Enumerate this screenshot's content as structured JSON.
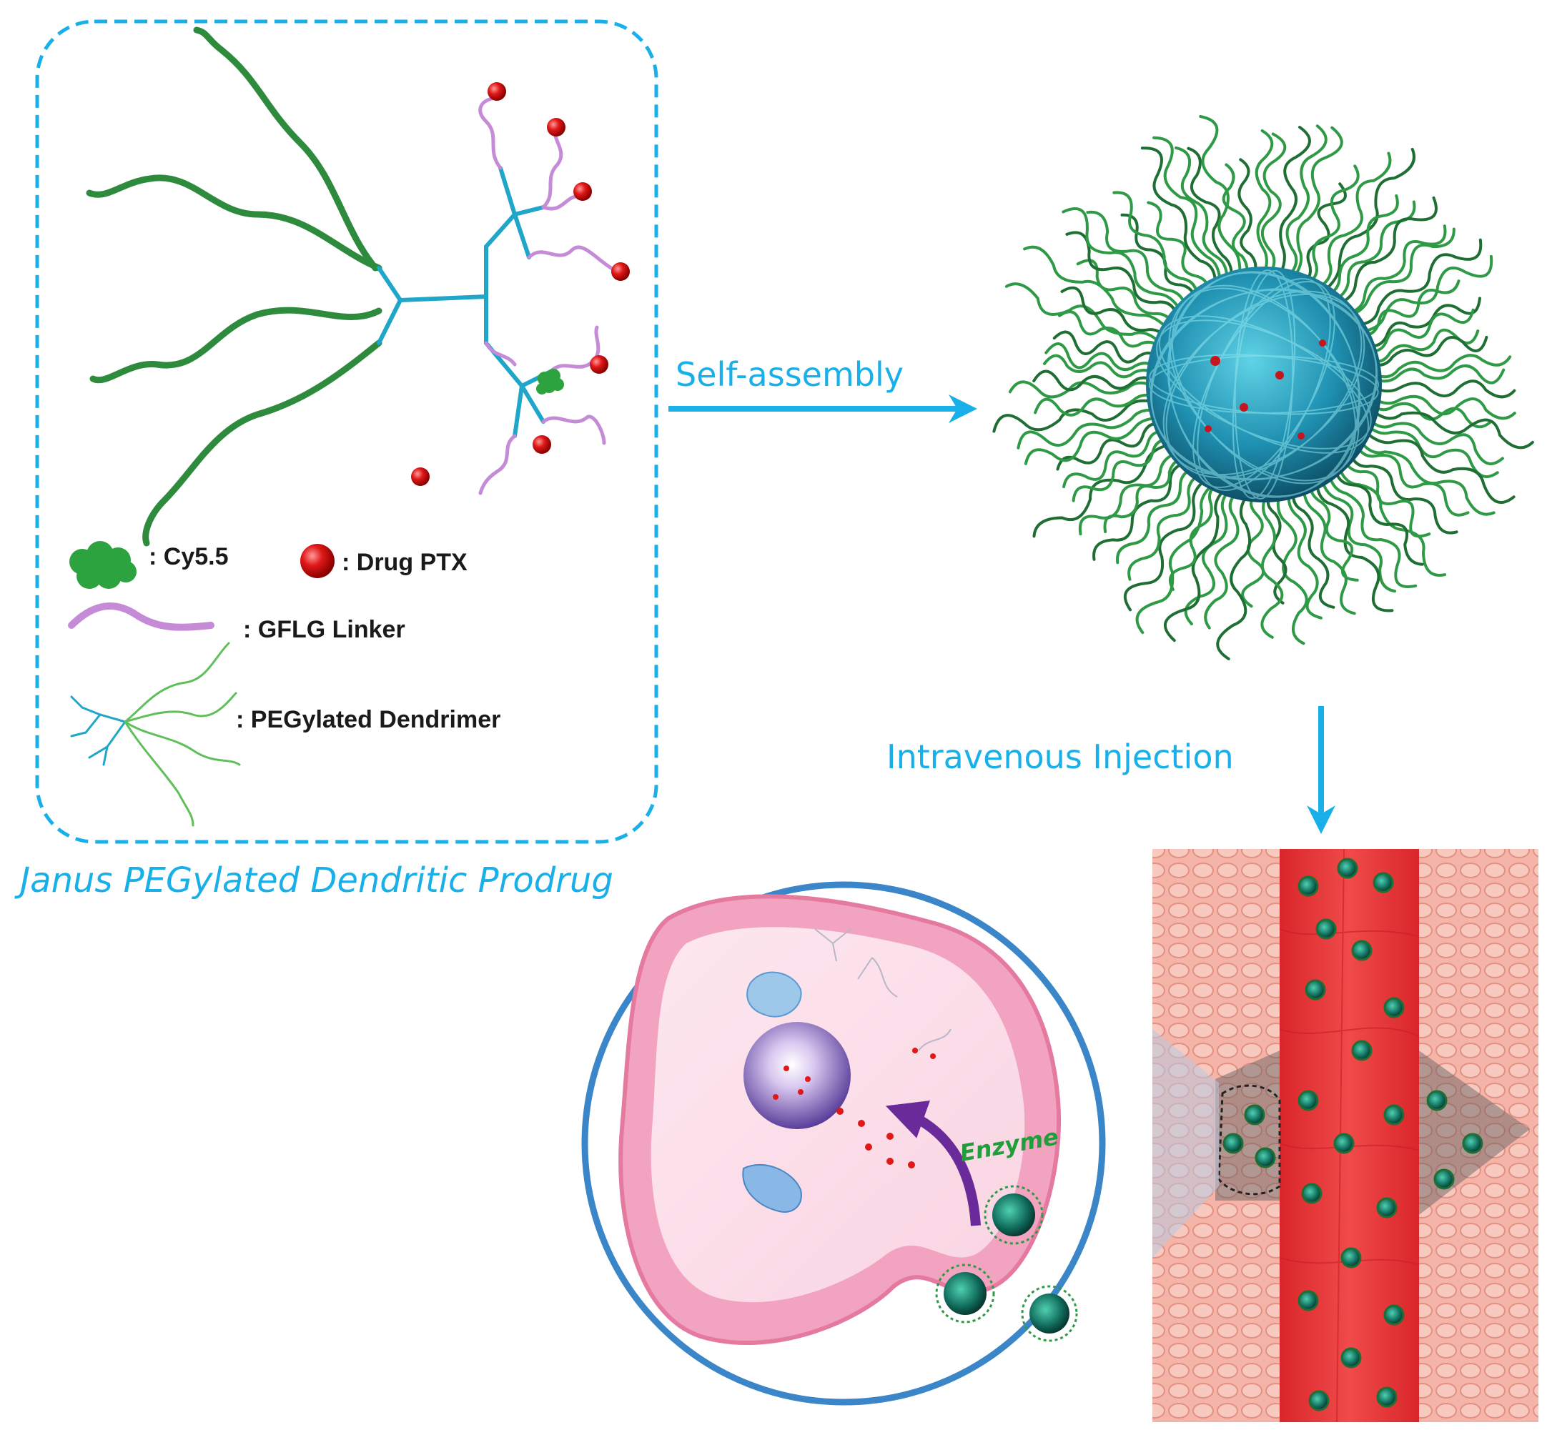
{
  "colors": {
    "accent_blue": "#19b0ea",
    "peg_green": "#2e8b3d",
    "dendron_cyan": "#1fa6c8",
    "linker_pink": "#c58bd6",
    "drug_red": "#e01818",
    "cell_pink": "#f2a3bf",
    "vessel_red": "#e8353a",
    "enzyme_arrow": "#6a2a9a"
  },
  "prodrug_panel": {
    "title": "Janus PEGylated Dendritic Prodrug",
    "legend": {
      "cy55": ": Cy5.5",
      "drug": ": Drug PTX",
      "linker": ": GFLG Linker",
      "dendrimer": ":  PEGylated Dendrimer"
    }
  },
  "steps": {
    "self_assembly": "Self-assembly",
    "injection": "Intravenous Injection"
  },
  "cell": {
    "enzyme_label": "Enzyme"
  }
}
